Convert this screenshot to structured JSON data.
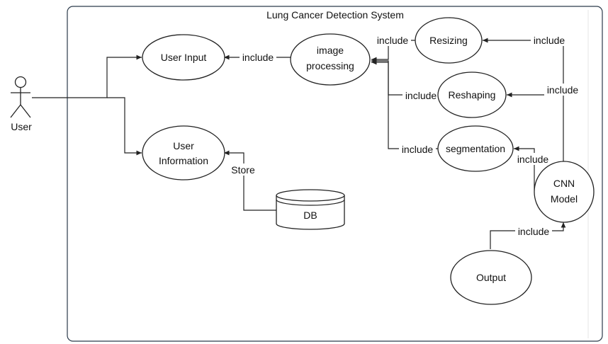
{
  "system": {
    "title": "Lung Cancer Detection System"
  },
  "actor": {
    "label": "User"
  },
  "nodes": {
    "user_input": {
      "label": "User Input"
    },
    "user_information": {
      "line1": "User",
      "line2": "Information"
    },
    "image_processing": {
      "line1": "image",
      "line2": "processing"
    },
    "resizing": {
      "label": "Resizing"
    },
    "reshaping": {
      "label": "Reshaping"
    },
    "segmentation": {
      "label": "segmentation"
    },
    "cnn_model": {
      "line1": "CNN",
      "line2": "Model"
    },
    "output": {
      "label": "Output"
    },
    "db": {
      "label": "DB"
    }
  },
  "edges": {
    "include_label": "include",
    "store_label": "Store"
  }
}
